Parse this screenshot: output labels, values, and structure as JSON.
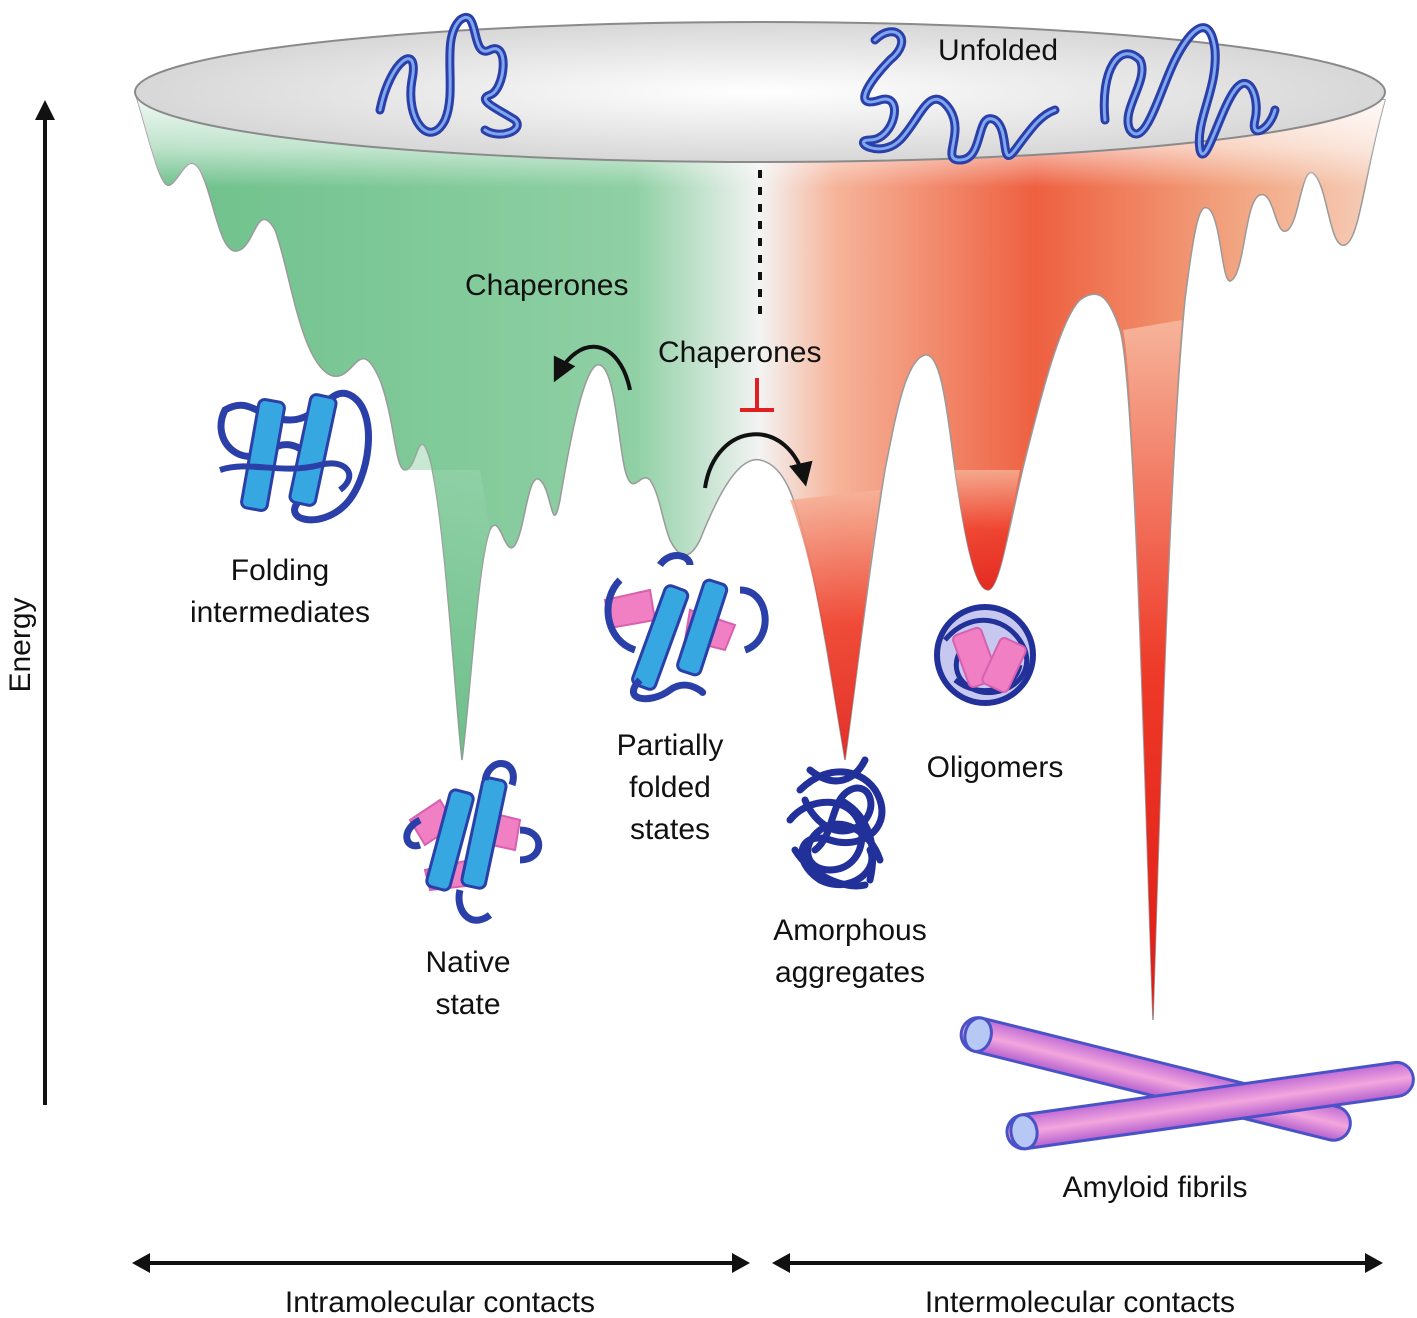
{
  "labels": {
    "unfolded": "Unfolded",
    "chaperones_left": "Chaperones",
    "chaperones_center": "Chaperones",
    "folding_intermediates": [
      "Folding",
      "intermediates"
    ],
    "native_state": [
      "Native",
      "state"
    ],
    "partially_folded_states": [
      "Partially",
      "folded",
      "states"
    ],
    "amorphous_aggregates": [
      "Amorphous",
      "aggregates"
    ],
    "oligomers": "Oligomers",
    "amyloid_fibrils": "Amyloid fibrils",
    "energy_axis": "Energy",
    "intramolecular_contacts": "Intramolecular contacts",
    "intermolecular_contacts": "Intermolecular contacts"
  },
  "colors": {
    "fold_green": "#6cc08a",
    "aggregation_red": "#e8201f",
    "funnel_rim": "#d9d9d9",
    "protein_blue": "#2b3fa8",
    "helix_cyan": "#36a7e0",
    "sheet_pink": "#f07fc4",
    "inhibit_red": "#e02020"
  }
}
